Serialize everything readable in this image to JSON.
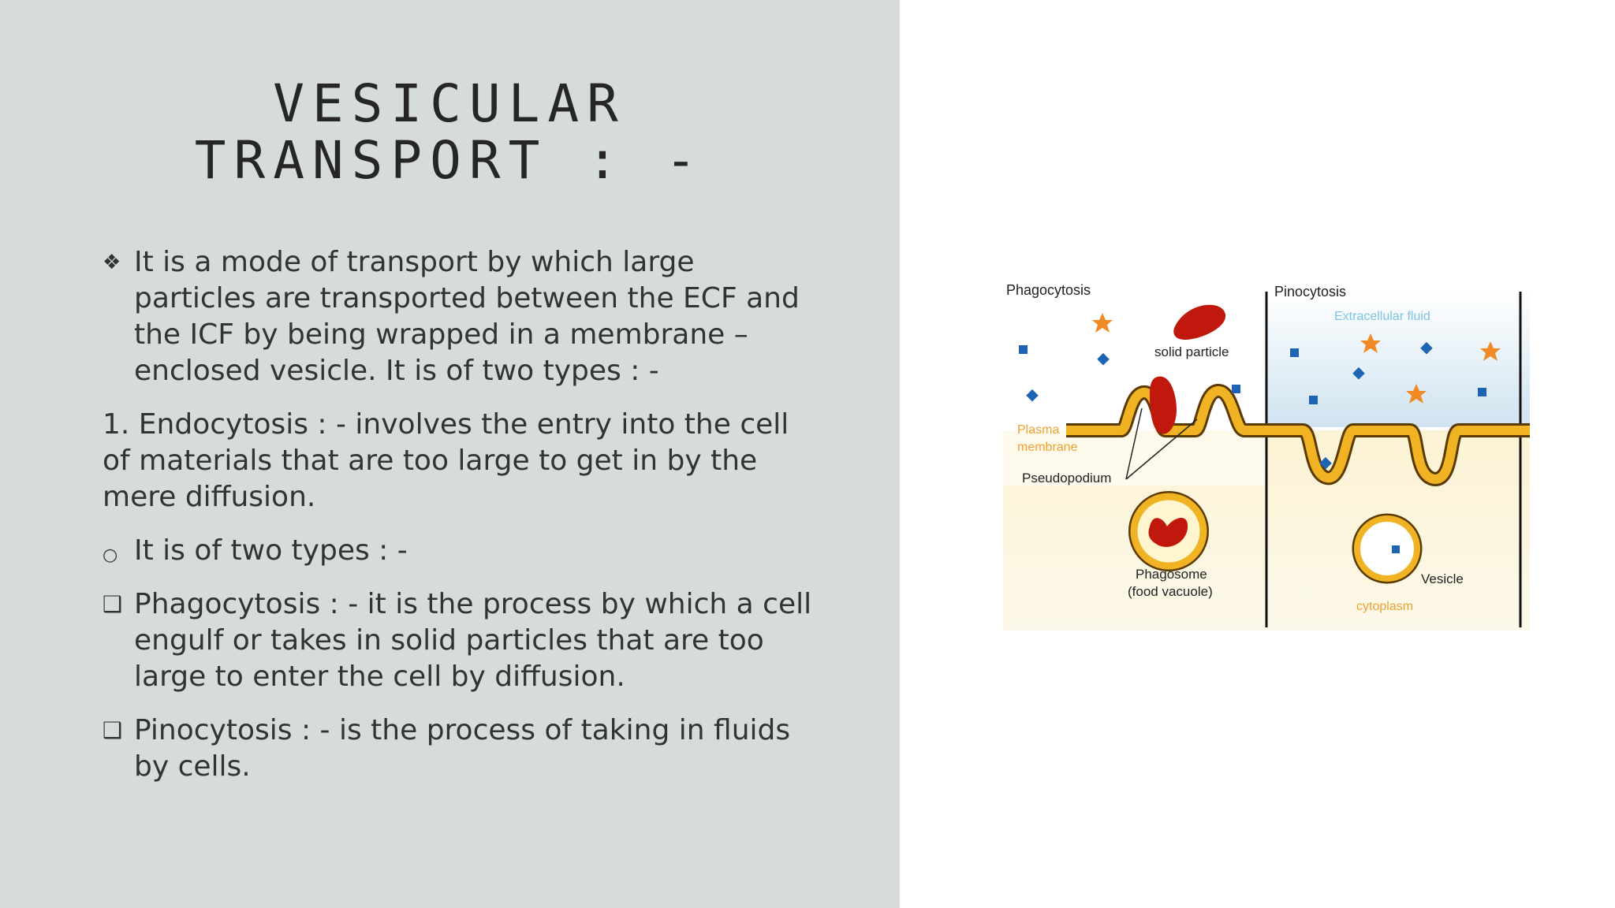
{
  "slide": {
    "title_line1": "VESICULAR",
    "title_line2": "TRANSPORT : -",
    "para1": "It is a mode of transport by which large particles are transported between the ECF and the ICF by being wrapped in a membrane – enclosed vesicle. It is of two types : -",
    "para2": "1. Endocytosis : - involves the entry into the cell of materials that are too large to get in by the mere diffusion.",
    "para3": "It is of two types : -",
    "para4": "Phagocytosis : - it is the process by which a cell engulf or takes in solid particles that are too large to enter the cell by diffusion.",
    "para5": "Pinocytosis : - is the process of taking in fluids by cells.",
    "bullets": {
      "diamond": "❖",
      "circle": "○",
      "square": "❑"
    }
  },
  "figure": {
    "phagocytosis": "Phagocytosis",
    "pinocytosis": "Pinocytosis",
    "extracellular_fluid": "Extracellular fluid",
    "solid_particle": "solid particle",
    "plasma": "Plasma",
    "membrane": "membrane",
    "pseudopodium": "Pseudopodium",
    "phagosome": "Phagosome",
    "food_vacuole": "(food vacuole)",
    "vesicle": "Vesicle",
    "cytoplasm": "cytoplasm",
    "colors": {
      "membrane": "#f0b323",
      "particle": "#c0180c",
      "dot": "#1e64b4",
      "star": "#f08a24",
      "ecf": "#cfe3f0",
      "cyto": "#fbf3d4"
    }
  }
}
